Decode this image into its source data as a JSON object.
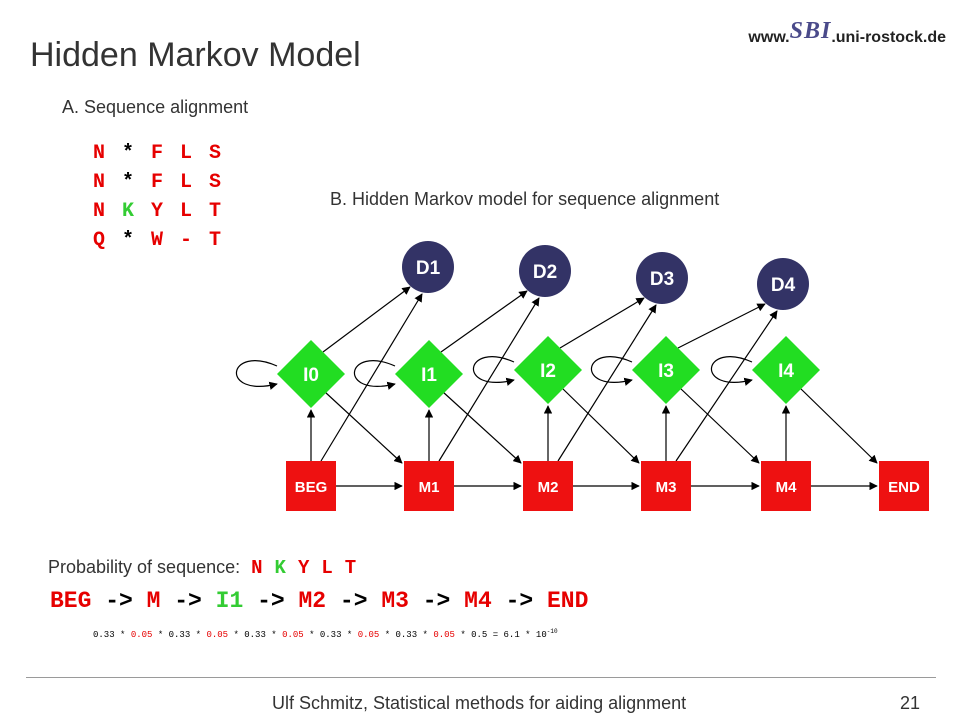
{
  "header": {
    "title": "Hidden Markov Model",
    "logo_prefix": "www.",
    "logo_mark": "SBI",
    "logo_suffix": ".uni-rostock.de"
  },
  "section_a": {
    "label": "A. Sequence alignment",
    "rows": [
      [
        {
          "c": "N",
          "color": "red"
        },
        {
          "c": "*",
          "color": "black"
        },
        {
          "c": "F",
          "color": "red"
        },
        {
          "c": "L",
          "color": "red"
        },
        {
          "c": "S",
          "color": "red"
        }
      ],
      [
        {
          "c": "N",
          "color": "red"
        },
        {
          "c": "*",
          "color": "black"
        },
        {
          "c": "F",
          "color": "red"
        },
        {
          "c": "L",
          "color": "red"
        },
        {
          "c": "S",
          "color": "red"
        }
      ],
      [
        {
          "c": "N",
          "color": "red"
        },
        {
          "c": "K",
          "color": "green"
        },
        {
          "c": "Y",
          "color": "red"
        },
        {
          "c": "L",
          "color": "red"
        },
        {
          "c": "T",
          "color": "red"
        }
      ],
      [
        {
          "c": "Q",
          "color": "red"
        },
        {
          "c": "*",
          "color": "black"
        },
        {
          "c": "W",
          "color": "red"
        },
        {
          "c": "-",
          "color": "red"
        },
        {
          "c": "T",
          "color": "red"
        }
      ]
    ]
  },
  "section_b": {
    "label": "B. Hidden Markov model for sequence alignment"
  },
  "diagram": {
    "colors": {
      "match": "#ee1111",
      "insert": "#22dd22",
      "delete": "#333366"
    },
    "delete_states": [
      "D1",
      "D2",
      "D3",
      "D4"
    ],
    "insert_states": [
      "I0",
      "I1",
      "I2",
      "I3",
      "I4"
    ],
    "match_states": [
      "BEG",
      "M1",
      "M2",
      "M3",
      "M4",
      "END"
    ]
  },
  "probability": {
    "label": "Probability of sequence:",
    "sequence": [
      {
        "c": "N",
        "color": "red"
      },
      {
        "c": "K",
        "color": "green"
      },
      {
        "c": "Y",
        "color": "red"
      },
      {
        "c": "L",
        "color": "red"
      },
      {
        "c": "T",
        "color": "red"
      }
    ],
    "path": [
      {
        "t": "BEG",
        "color": "red"
      },
      {
        "t": " -> ",
        "color": "black"
      },
      {
        "t": "M",
        "color": "red"
      },
      {
        "t": " -> ",
        "color": "black"
      },
      {
        "t": "I1",
        "color": "green"
      },
      {
        "t": " -> ",
        "color": "black"
      },
      {
        "t": "M2",
        "color": "red"
      },
      {
        "t": " -> ",
        "color": "black"
      },
      {
        "t": "M3",
        "color": "red"
      },
      {
        "t": " -> ",
        "color": "black"
      },
      {
        "t": "M4",
        "color": "red"
      },
      {
        "t": " -> ",
        "color": "black"
      },
      {
        "t": "END",
        "color": "red"
      }
    ],
    "calc": [
      {
        "t": "0.33 * ",
        "color": "black"
      },
      {
        "t": "0.05",
        "color": "red"
      },
      {
        "t": " * 0.33 * ",
        "color": "black"
      },
      {
        "t": "0.05",
        "color": "red"
      },
      {
        "t": " * 0.33 * ",
        "color": "black"
      },
      {
        "t": "0.05",
        "color": "red"
      },
      {
        "t": " * 0.33 * ",
        "color": "black"
      },
      {
        "t": "0.05",
        "color": "red"
      },
      {
        "t": " * 0.33 * ",
        "color": "black"
      },
      {
        "t": "0.05",
        "color": "red"
      },
      {
        "t": " * 0.5 = 6.1 * 10",
        "color": "black"
      }
    ],
    "calc_exponent": "-10"
  },
  "footer": {
    "text": "Ulf Schmitz, Statistical methods for aiding alignment",
    "page": "21"
  }
}
